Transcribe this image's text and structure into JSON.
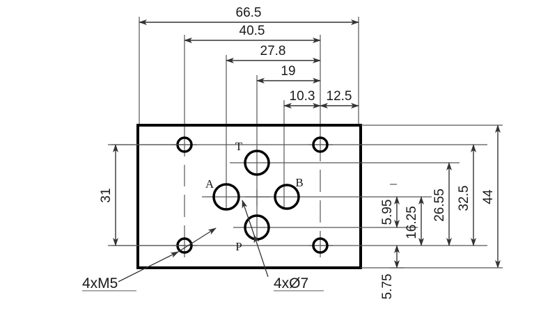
{
  "drawing": {
    "title": "Hydraulic valve subplate hole pattern",
    "units": "mm",
    "colors": {
      "outline": "#000000",
      "dimension_line": "#4d4d4d",
      "center_line": "#555555",
      "text": "#1a1a1a",
      "background": "#ffffff"
    },
    "plate": {
      "name": "subplate-outline",
      "width_label": "66.5",
      "height_label": "44"
    },
    "horizontal_dimensions": [
      {
        "label": "66.5",
        "name": "dim-66-5"
      },
      {
        "label": "40.5",
        "name": "dim-40-5"
      },
      {
        "label": "27.8",
        "name": "dim-27-8"
      },
      {
        "label": "19",
        "name": "dim-19"
      },
      {
        "label": "10.3",
        "name": "dim-10-3"
      },
      {
        "label": "12.5",
        "name": "dim-12-5"
      }
    ],
    "vertical_dimensions": [
      {
        "label": "31",
        "name": "dim-31",
        "side": "left"
      },
      {
        "label": "5.95",
        "name": "dim-5-95",
        "side": "right"
      },
      {
        "label": "16.25",
        "name": "dim-16-25",
        "side": "right"
      },
      {
        "label": "26.55",
        "name": "dim-26-55",
        "side": "right"
      },
      {
        "label": "32.5",
        "name": "dim-32-5",
        "side": "right"
      },
      {
        "label": "44",
        "name": "dim-44",
        "side": "right"
      },
      {
        "label": "5.75",
        "name": "dim-5-75",
        "side": "right"
      }
    ],
    "port_labels": [
      {
        "label": "T",
        "name": "port-label-t"
      },
      {
        "label": "A",
        "name": "port-label-a"
      },
      {
        "label": "B",
        "name": "port-label-b"
      },
      {
        "label": "P",
        "name": "port-label-p"
      }
    ],
    "callouts": [
      {
        "label": "4xM5",
        "name": "callout-4xm5"
      },
      {
        "label": "4xØ7",
        "name": "callout-4xd7"
      }
    ],
    "ports": [
      {
        "name": "port-hole-t",
        "label": "T"
      },
      {
        "name": "port-hole-a",
        "label": "A"
      },
      {
        "name": "port-hole-b",
        "label": "B"
      },
      {
        "name": "port-hole-p",
        "label": "P"
      }
    ],
    "mounting_holes": [
      {
        "name": "mount-hole-top-left"
      },
      {
        "name": "mount-hole-top-right"
      },
      {
        "name": "mount-hole-bottom-left"
      },
      {
        "name": "mount-hole-bottom-right"
      }
    ]
  }
}
